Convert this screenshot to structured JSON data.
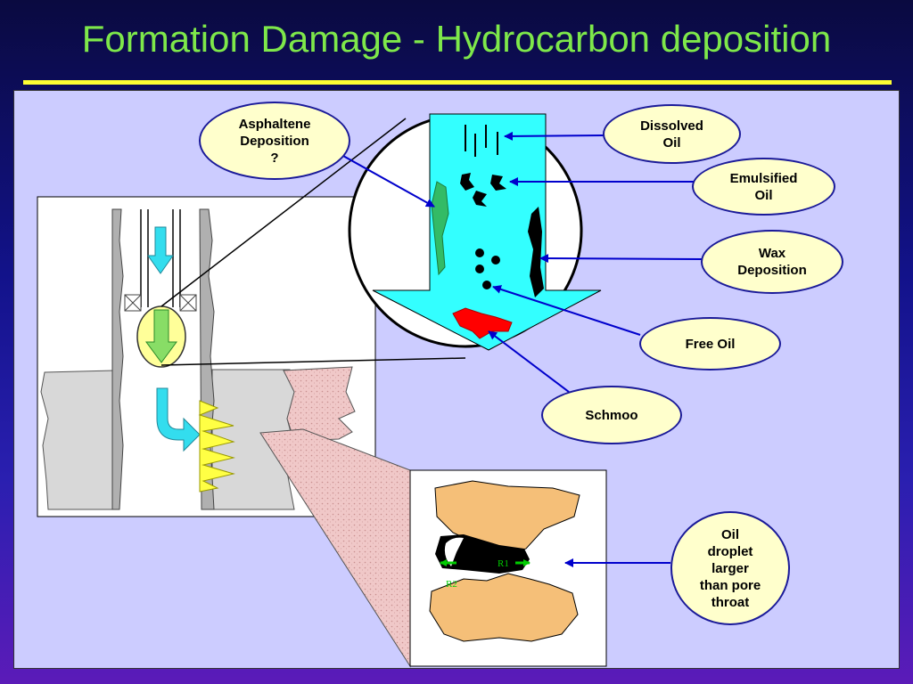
{
  "title": "Formation Damage - Hydrocarbon deposition",
  "colors": {
    "title": "#7ee84a",
    "rule": "#ffff33",
    "panel": "#ccccff",
    "bubble_fill": "#ffffcc",
    "arrow": "#0000cc",
    "fluid": "#33ffff",
    "asphaltene": "#33bb66",
    "schmoo": "#ff0000",
    "sand_grain": "#f5bf78",
    "rock": "#f0c8c8"
  },
  "labels": {
    "asphaltene": "Asphaltene\nDeposition\n?",
    "dissolved_oil": "Dissolved\nOil",
    "emulsified_oil": "Emulsified\nOil",
    "wax": "Wax\nDeposition",
    "free_oil": "Free Oil",
    "schmoo": "Schmoo",
    "oil_droplet": "Oil\ndroplet\nlarger\nthan pore\nthroat",
    "r1": "R1",
    "r2": "R2"
  }
}
